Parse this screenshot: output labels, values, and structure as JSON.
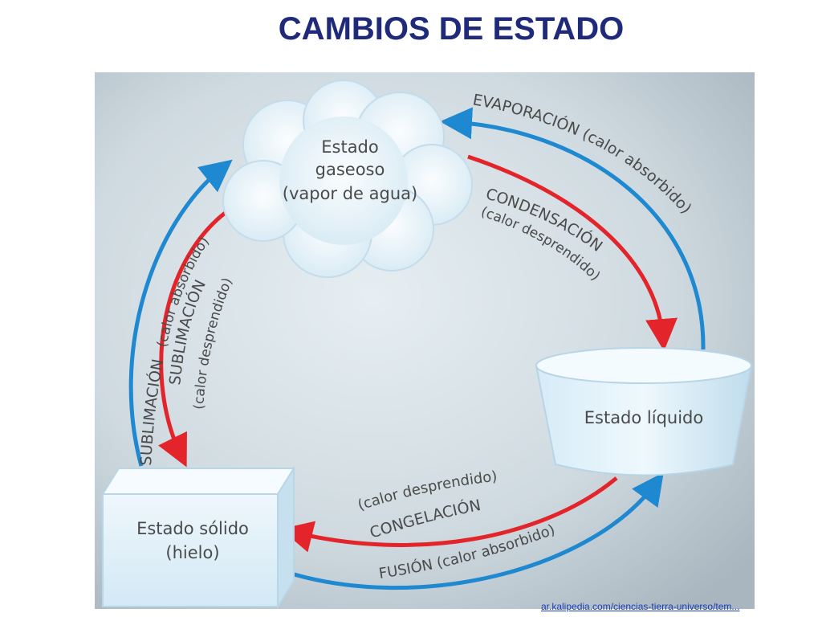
{
  "title": "CAMBIOS DE ESTADO",
  "source_link": "ar.kalipedia.com/ciencias-tierra-universo/tem...",
  "states": {
    "gas": {
      "line1": "Estado",
      "line2": "gaseoso",
      "line3": "(vapor de agua)"
    },
    "liquid": {
      "label": "Estado líquido"
    },
    "solid": {
      "line1": "Estado sólido",
      "line2": "(hielo)"
    }
  },
  "transitions": {
    "evaporation": "EVAPORACIÓN (calor absorbido)",
    "condensation_name": "CONDENSACIÓN",
    "condensation_heat": "(calor desprendido)",
    "sublimation_up_name": "SUBLIMACIÓN",
    "sublimation_up_heat": "(calor absorbido)",
    "sublimation_down_name": "SUBLIMACIÓN",
    "sublimation_down_heat": "(calor desprendido)",
    "freezing_heat": "(calor desprendido)",
    "freezing_name": "CONGELACIÓN",
    "fusion": "FUSIÓN (calor absorbido)"
  },
  "colors": {
    "title": "#1f2a7a",
    "heat_absorbed_arrow": "#1e88d0",
    "heat_released_arrow": "#e3252b",
    "background_light": "#e3ebef",
    "background_dark": "#a9b6bf"
  }
}
